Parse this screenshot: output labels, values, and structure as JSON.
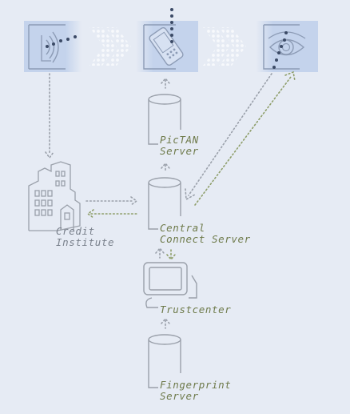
{
  "nodes": {
    "pictan_server": {
      "line1": "PicTAN",
      "line2": "Server"
    },
    "credit_institute": {
      "line1": "Credit",
      "line2": "Institute"
    },
    "central_connect_server": {
      "line1": "Central",
      "line2": "Connect Server"
    },
    "trustcenter": {
      "label": "Trustcenter"
    },
    "fingerprint_server": {
      "line1": "Fingerprint",
      "line2": "Server"
    }
  },
  "icons": {
    "top_left": "wireless-signal-icon",
    "top_middle": "mobile-phone-icon",
    "top_right": "eye-scan-icon",
    "building": "bank-building-icon",
    "computer": "computer-terminal-icon"
  },
  "colors": {
    "background": "#e6ebf4",
    "icon_panel": "#c4d3ec",
    "icon_stroke": "#8c9bb5",
    "dark_dots": "#3b4a66",
    "line_gray": "#9aa0aa",
    "line_olive": "#8e9e6a",
    "arrow_white": "#f7f9fc"
  }
}
